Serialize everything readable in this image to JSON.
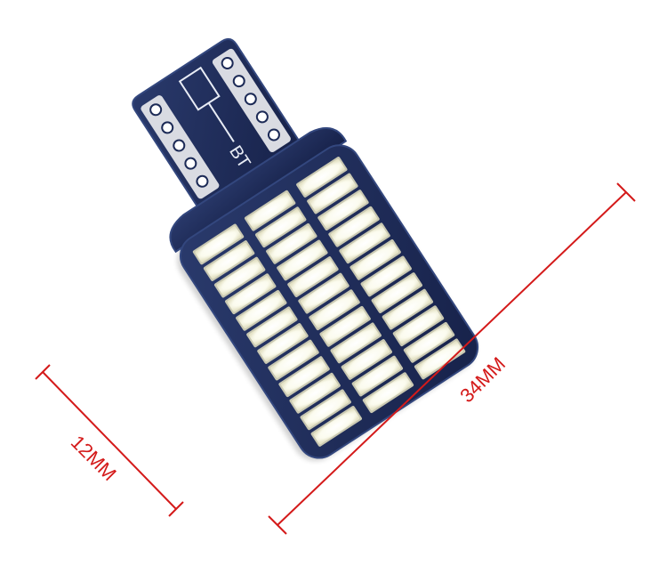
{
  "product": {
    "board_marking": "BT",
    "led_rows": 12,
    "led_columns": 3,
    "colors": {
      "pcb": "#1c2a56",
      "pcb_edge": "#33477e",
      "led_chip": "#f6f4dc",
      "led_glow": "#ffffff",
      "pad": "#d9dbe2",
      "dimension_line": "#d41a1a"
    }
  },
  "dimensions": {
    "width_label": "12MM",
    "length_label": "34MM"
  }
}
